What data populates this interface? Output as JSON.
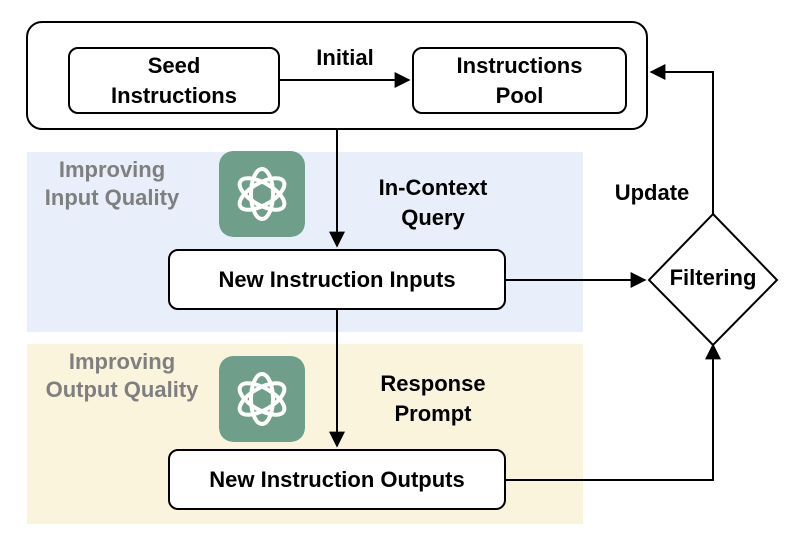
{
  "bands": {
    "input_label": "Improving\nInput Quality",
    "output_label": "Improving\nOutput Quality"
  },
  "boxes": {
    "seed": "Seed\nInstructions",
    "pool": "Instructions\nPool",
    "new_inputs": "New Instruction Inputs",
    "new_outputs": "New Instruction Outputs"
  },
  "flow_labels": {
    "initial": "Initial",
    "in_context_query": "In-Context\nQuery",
    "response_prompt": "Response\nPrompt",
    "update": "Update"
  },
  "decision": {
    "label": "Filtering"
  },
  "logos": {
    "icon": "openai-logo-icon",
    "color": "#6f9e8a"
  },
  "colors": {
    "input_band": "#e8eefa",
    "output_band": "#fbf4dc",
    "band_text": "#7f7f7f",
    "stroke": "#000000"
  }
}
